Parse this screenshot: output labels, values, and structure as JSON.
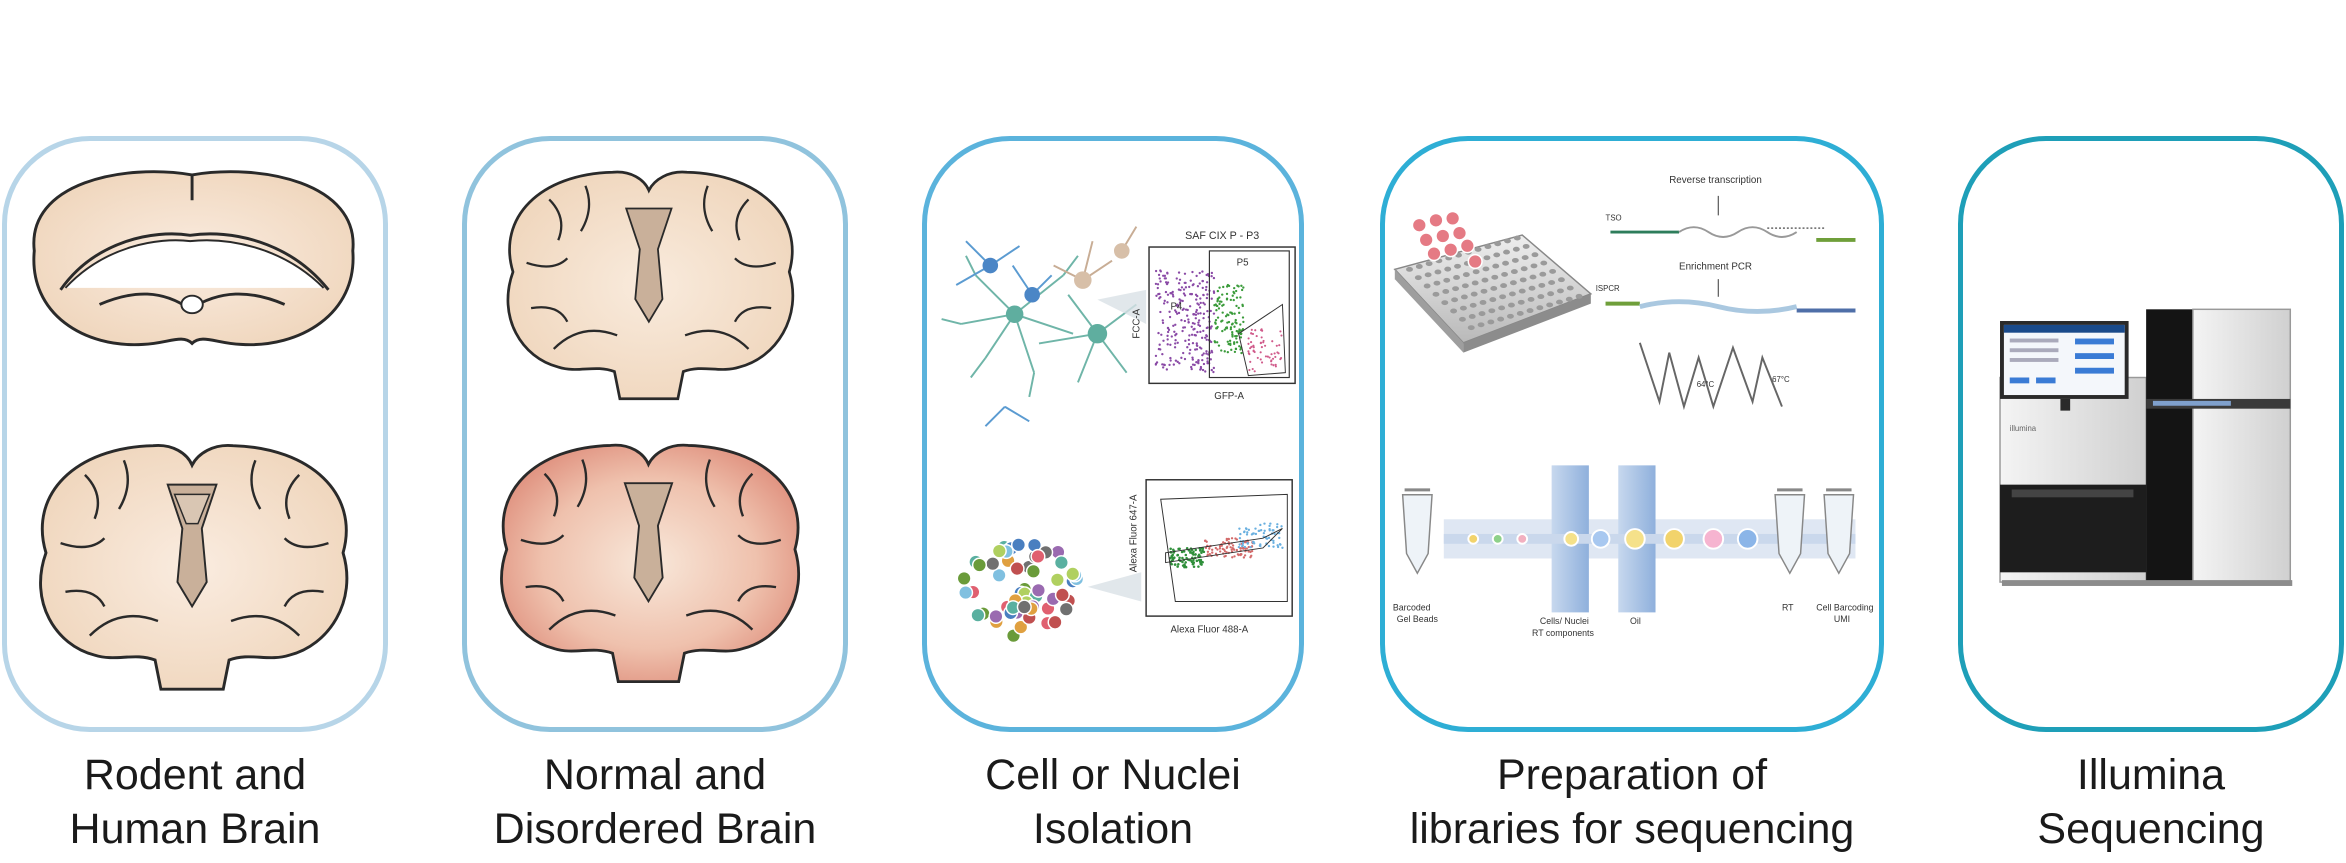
{
  "colors": {
    "panel1_border": "#b7d5e8",
    "panel2_border": "#90c3dd",
    "panel3_border": "#5bb3dc",
    "panel4_border": "#2eaed5",
    "panel5_border": "#1e9fb8",
    "brain_fill": "#f1d9c1",
    "brain_diseased": "#e29a89",
    "brain_outline": "#2a2a2a"
  },
  "panels": [
    {
      "caption": [
        "Rodent and",
        "Human Brain"
      ]
    },
    {
      "caption": [
        "Normal and",
        "Disordered Brain"
      ]
    },
    {
      "caption": [
        "Cell or Nuclei",
        "Isolation"
      ]
    },
    {
      "caption": [
        "Preparation of",
        "libraries for sequencing"
      ]
    },
    {
      "caption": [
        "Illumina",
        "Sequencing"
      ]
    }
  ],
  "flow_top": {
    "title": "SAF CIX P - P3",
    "gate_p5": "P5",
    "gate_p4": "P4",
    "ylabel": "FCC-A",
    "xlabel": "GFP-A"
  },
  "flow_bottom": {
    "ylabel": "Alexa Fluor 647-A",
    "xlabel": "Alexa Fluor 488-A"
  },
  "library": {
    "reverse_transcription": "Reverse transcription",
    "tso": "TSO",
    "enrichment_pcr": "Enrichment PCR",
    "ispcr": "ISPCR",
    "temp1": "64°C",
    "temp2": "67°C",
    "barcoded_gel_beads": [
      "Barcoded",
      "Gel Beads"
    ],
    "cells_rt": [
      "Cells/ Nuclei",
      "RT components"
    ],
    "oil": "Oil",
    "rt": "RT",
    "cell_barcoding": [
      "Cell Barcoding",
      "UMI"
    ]
  },
  "sequencer": {
    "brand": "illumina"
  }
}
